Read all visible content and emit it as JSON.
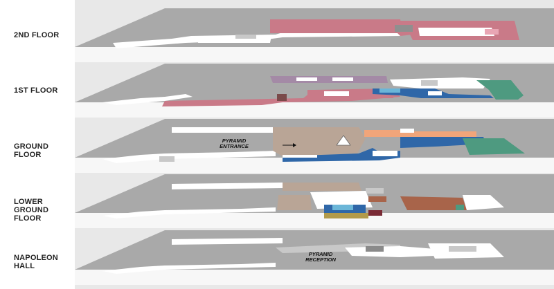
{
  "floors": [
    {
      "label": "2ND FLOOR"
    },
    {
      "label": "1ST FLOOR"
    },
    {
      "label": "GROUND FLOOR"
    },
    {
      "label": "LOWER GROUND FLOOR"
    },
    {
      "label": "NAPOLEON HALL"
    }
  ],
  "callouts": {
    "pyramid_entrance_line1": "PYRAMID",
    "pyramid_entrance_line2": "ENTRANCE",
    "pyramid_reception_line1": "PYRAMID",
    "pyramid_reception_line2": "RECEPTION"
  },
  "colors": {
    "slab_top": "#a9a9a9",
    "slab_face": "#ffffff",
    "corridor": "#ffffff",
    "rose": "#c97a88",
    "mauve": "#a48aa6",
    "blue": "#2f67a8",
    "green": "#4e9a80",
    "tan": "#b9a596",
    "orange": "#f1a57a",
    "rust": "#a8644a",
    "olive": "#b29a4a",
    "maroon": "#7a2a35",
    "cyan": "#6bb6d8",
    "dark_room": "#8a8a8a"
  }
}
